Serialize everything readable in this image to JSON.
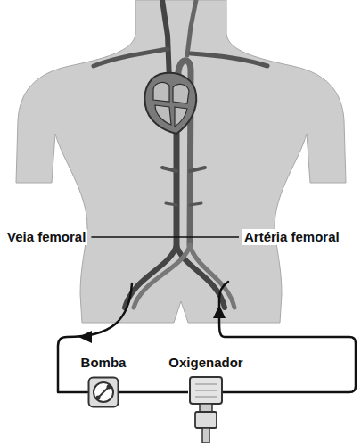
{
  "diagram": {
    "nodes": [
      {
        "text": [
          "Bomba"
        ]
      },
      {
        "text": [
          "Oxigenador"
        ]
      }
    ],
    "edges": [
      {
        "from": 0,
        "to": 1,
        "arrow": "none"
      }
    ],
    "labels": [
      "Veia femoral",
      "Artéria femoral"
    ]
  }
}
